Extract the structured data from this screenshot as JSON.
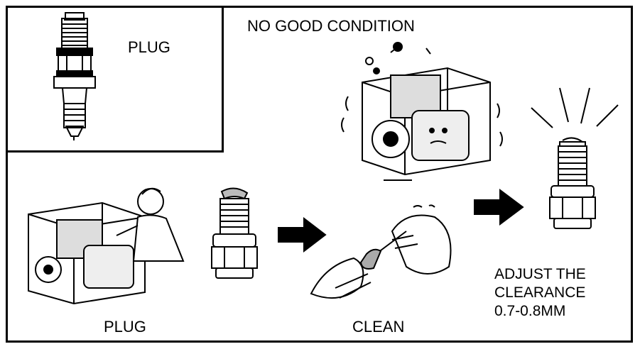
{
  "labels": {
    "plug_top": "PLUG",
    "no_good": "NO GOOD CONDITION",
    "plug_bottom": "PLUG",
    "clean": "CLEAN",
    "adjust_line1": "ADJUST THE",
    "adjust_line2": "CLEARANCE",
    "adjust_line3": "0.7-0.8MM"
  },
  "icons": {
    "spark_plug": "spark-plug-icon",
    "pump": "water-pump-icon",
    "arrow": "right-arrow-icon",
    "hands": "cleaning-hands-icon",
    "person": "mechanic-icon",
    "rays": "shine-rays-icon"
  },
  "colors": {
    "ink": "#000000",
    "paper": "#ffffff"
  }
}
